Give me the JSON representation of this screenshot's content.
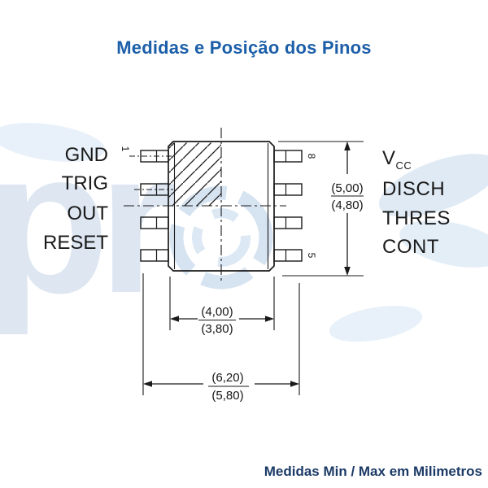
{
  "title": {
    "text": "Medidas e Posição dos Pinos"
  },
  "footer": {
    "text": "Medidas Min / Max em Milimetros"
  },
  "watermark": {
    "text": "pr"
  },
  "ic": {
    "left_pins": [
      "GND",
      "TRIG",
      "OUT",
      "RESET"
    ],
    "vcc_base": "V",
    "vcc_sub": "CC",
    "right_pins": [
      "DISCH",
      "THRES",
      "CONT"
    ],
    "pin_number_first": "1",
    "pin_number_top_right": "8",
    "pin_number_bottom_right": "5"
  },
  "dimensions": {
    "height_max": "(5,00)",
    "height_min": "(4,80)",
    "body_width_max": "(4,00)",
    "body_width_min": "(3,80)",
    "overall_width_max": "(6,20)",
    "overall_width_min": "(5,80)"
  },
  "colors": {
    "title_blue": "#1c5fa8",
    "footer_navy": "#1b3a66",
    "line_black": "#1a1a1a",
    "watermark_blue": "#dde6f1"
  }
}
